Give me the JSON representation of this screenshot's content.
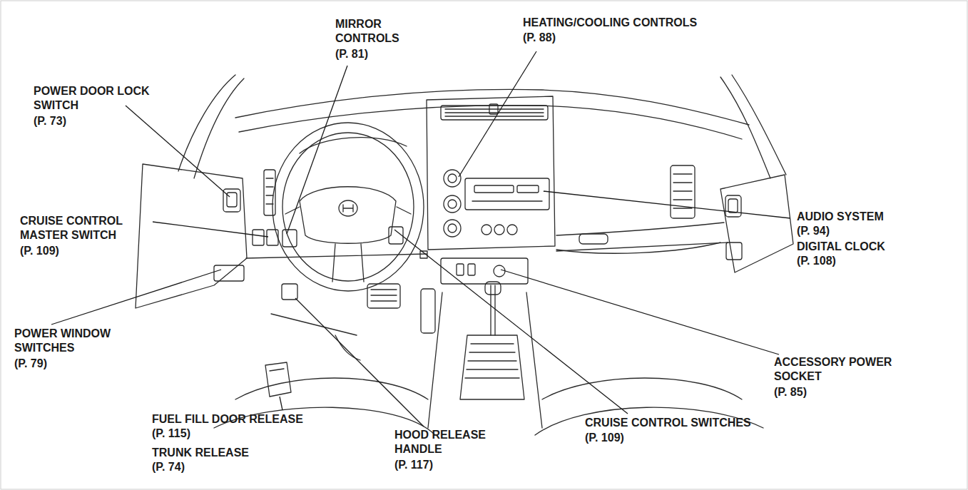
{
  "diagram": {
    "labels": [
      "MIRROR CONTROLS",
      "(P. 81)",
      "HEATING/COOLING CONTROLS",
      "(P. 88)",
      "POWER DOOR LOCK SWITCH",
      "(P. 73)",
      "CRUISE CONTROL MASTER SWITCH",
      "(P. 109)",
      "AUDIO SYSTEM",
      "(P. 94)",
      "DIGITAL CLOCK",
      "(P. 108)",
      "POWER WINDOW SWITCHES",
      "(P. 79)",
      "ACCESSORY POWER SOCKET",
      "(P. 85)",
      "FUEL FILL DOOR RELEASE",
      "(P. 115)",
      "TRUNK RELEASE",
      "(P. 74)",
      "HOOD RELEASE HANDLE",
      "(P. 117)",
      "CRUISE CONTROL SWITCHES",
      "(P. 109)"
    ]
  }
}
